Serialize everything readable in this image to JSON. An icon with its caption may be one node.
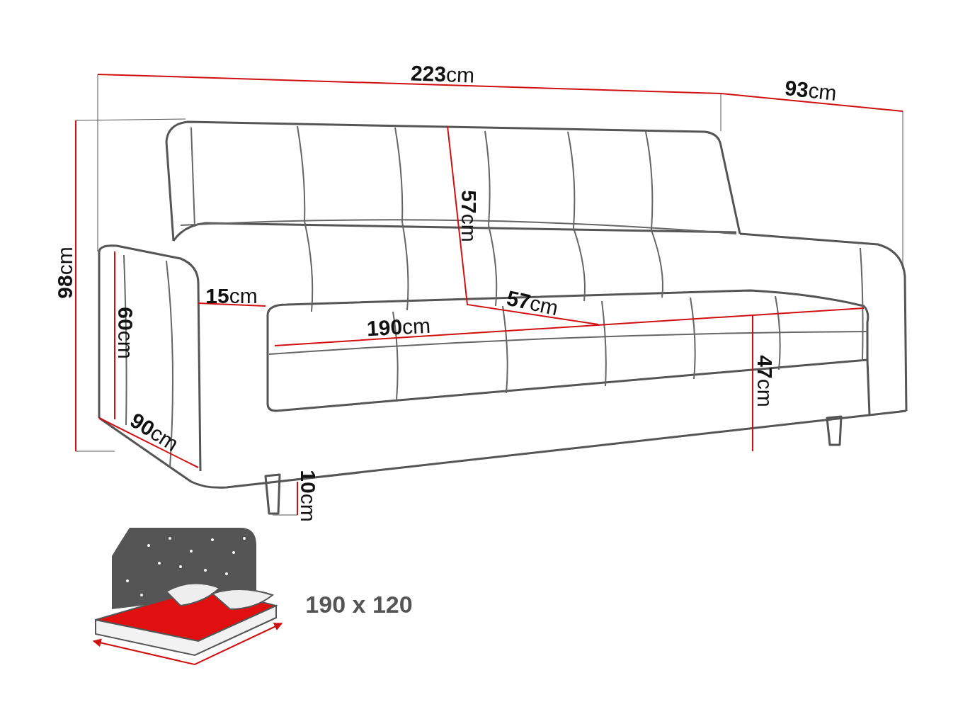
{
  "diagram": {
    "labels": [
      "**223**cm",
      "**93**cm",
      "**98**cm",
      "**15**cm",
      "**60**cm",
      "**57**cm",
      "**57**cm",
      "**190**cm",
      "**90**cm",
      "**47**cm",
      "**10**cm",
      "190 x 120"
    ]
  }
}
